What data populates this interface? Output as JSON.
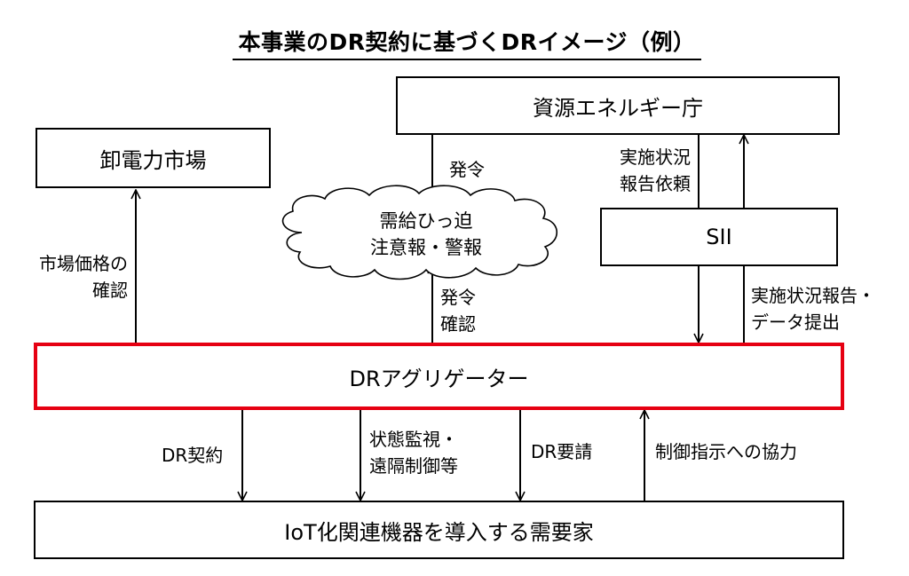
{
  "title": "本事業のDR契約に基づくDRイメージ（例）",
  "boxes": {
    "agency": "資源エネルギー庁",
    "wholesale_market": "卸電力市場",
    "sii": "SII",
    "aggregator": "DRアグリゲーター",
    "consumer": "IoT化関連機器を導入する需要家"
  },
  "cloud": {
    "line1": "需給ひっ迫",
    "line2": "注意報・警報"
  },
  "labels": {
    "order": "発令",
    "order_confirm_1": "発令",
    "order_confirm_2": "確認",
    "market_price_1": "市場価格の",
    "market_price_2": "確認",
    "status_request_1": "実施状況",
    "status_request_2": "報告依頼",
    "status_report_1": "実施状況報告・",
    "status_report_2": "データ提出",
    "dr_contract": "DR契約",
    "monitoring_1": "状態監視・",
    "monitoring_2": "遠隔制御等",
    "dr_request": "DR要請",
    "control_cooperation": "制御指示への協力"
  },
  "colors": {
    "aggregator_border": "#e60012",
    "line": "#000000"
  }
}
